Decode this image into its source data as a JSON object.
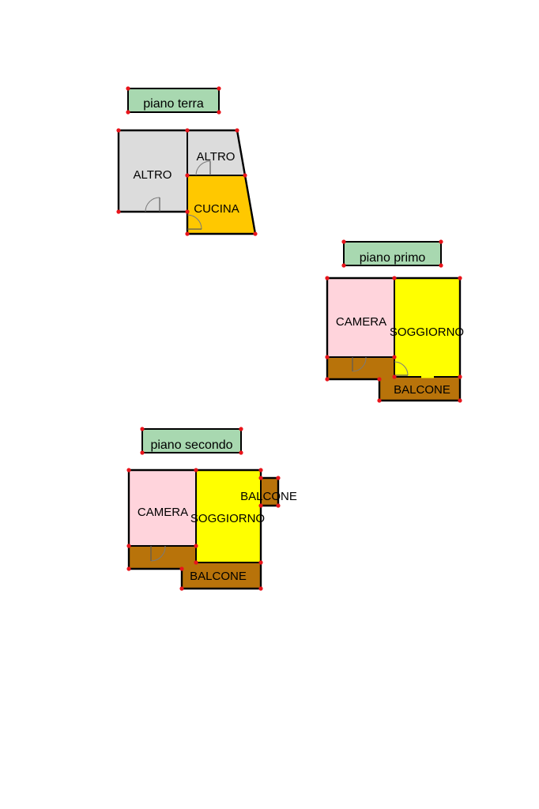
{
  "floors": [
    {
      "title": "piano terra",
      "rooms": [
        {
          "label": "ALTRO",
          "type": "altro"
        },
        {
          "label": "ALTRO",
          "type": "altro"
        },
        {
          "label": "CUCINA",
          "type": "cucina"
        }
      ]
    },
    {
      "title": "piano primo",
      "rooms": [
        {
          "label": "CAMERA",
          "type": "camera"
        },
        {
          "label": "SOGGIORNO",
          "type": "soggiorno"
        },
        {
          "label": "BALCONE",
          "type": "balcone"
        }
      ]
    },
    {
      "title": "piano secondo",
      "rooms": [
        {
          "label": "CAMERA",
          "type": "camera"
        },
        {
          "label": "SOGGIORNO",
          "type": "soggiorno"
        },
        {
          "label": "BALCONE",
          "type": "balcone"
        },
        {
          "label": "BALCONE",
          "type": "balcone"
        }
      ]
    }
  ],
  "colors": {
    "floor_tag": "#a8d8b0",
    "altro": "#dcdcdc",
    "cucina": "#ffc800",
    "camera": "#ffd4dc",
    "soggiorno": "#ffff00",
    "balcone": "#b8730a",
    "vertex": "#e8141b"
  }
}
